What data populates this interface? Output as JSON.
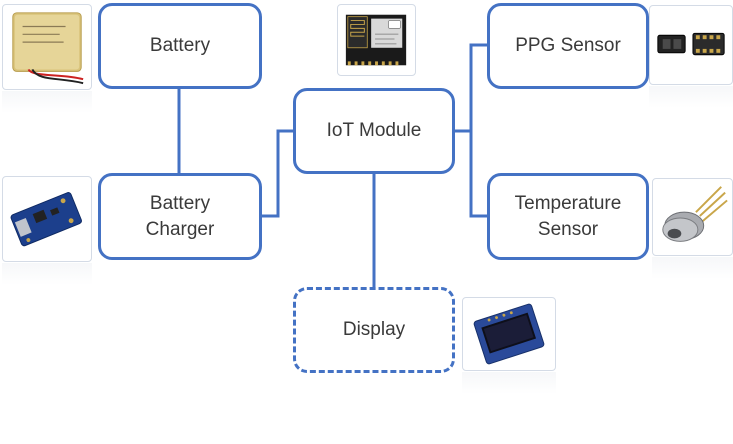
{
  "diagram": {
    "nodes": [
      {
        "id": "battery",
        "label": "Battery",
        "style": "solid",
        "icon": "lipo-battery-image"
      },
      {
        "id": "battery-charger",
        "label": "Battery\nCharger",
        "style": "solid",
        "icon": "charger-board-image"
      },
      {
        "id": "iot-module",
        "label": "IoT Module",
        "style": "solid",
        "icon": "esp-wifi-module-image"
      },
      {
        "id": "ppg-sensor",
        "label": "PPG Sensor",
        "style": "solid",
        "icon": "ppg-sensor-chip-image"
      },
      {
        "id": "temperature-sensor",
        "label": "Temperature\nSensor",
        "style": "solid",
        "icon": "to-can-sensor-image"
      },
      {
        "id": "display",
        "label": "Display",
        "style": "dashed",
        "icon": "oled-display-image"
      }
    ],
    "edges": [
      {
        "from": "battery",
        "to": "battery-charger"
      },
      {
        "from": "battery-charger",
        "to": "iot-module"
      },
      {
        "from": "iot-module",
        "to": "ppg-sensor"
      },
      {
        "from": "iot-module",
        "to": "temperature-sensor"
      },
      {
        "from": "iot-module",
        "to": "display"
      }
    ],
    "colors": {
      "border": "#4472c4",
      "connector": "#4472c4",
      "text": "#3a3a3a"
    }
  }
}
